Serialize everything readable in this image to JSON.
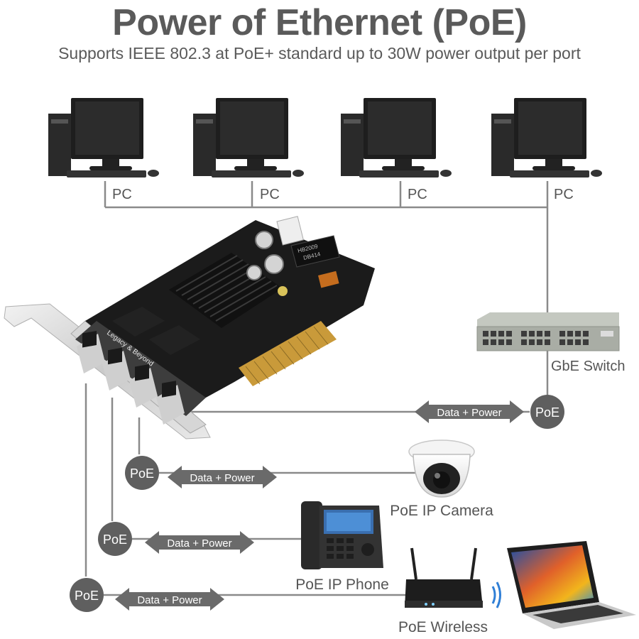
{
  "header": {
    "title": "Power of Ethernet (PoE)",
    "subtitle": "Supports IEEE 802.3 at PoE+ standard up to 30W power output per port"
  },
  "pcs": [
    {
      "label": "PC"
    },
    {
      "label": "PC"
    },
    {
      "label": "PC"
    },
    {
      "label": "PC"
    }
  ],
  "card": {
    "brand_text": "Legacy & Beyond",
    "chip_text_1": "HB2009",
    "chip_text_2": "DB414"
  },
  "switch": {
    "label": "GbE Switch"
  },
  "links": {
    "switch_link": {
      "node": "PoE",
      "arrow": "Data + Power"
    },
    "camera_link": {
      "node": "PoE",
      "arrow": "Data + Power"
    },
    "phone_link": {
      "node": "PoE",
      "arrow": "Data + Power"
    },
    "wireless_link": {
      "node": "PoE",
      "arrow": "Data + Power"
    }
  },
  "devices": {
    "camera": {
      "label": "PoE IP Camera"
    },
    "phone": {
      "label": "PoE IP Phone"
    },
    "wireless": {
      "label": "PoE Wireless"
    }
  },
  "colors": {
    "line": "#8a8a8a",
    "node": "#5f5f5f",
    "arrow": "#6a6a6a",
    "text": "#555555",
    "pcb": "#1b1b1b",
    "switch": "#a9ada5"
  }
}
